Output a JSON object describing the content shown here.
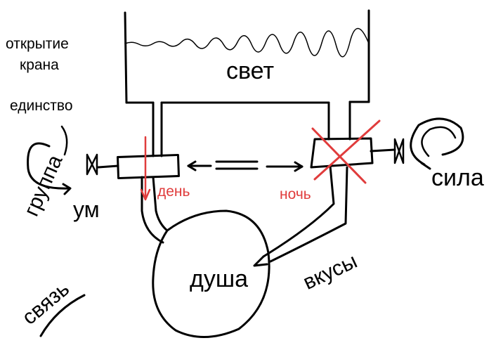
{
  "labels": {
    "tap_opening_1": "открытие",
    "tap_opening_2": "крана",
    "unity": "единство",
    "light": "свет",
    "group": "группа",
    "mind": "ум",
    "day": "день",
    "night": "ночь",
    "force": "сила",
    "soul": "душа",
    "tastes": "вкусы",
    "connection": "связь"
  },
  "colors": {
    "ink": "#000000",
    "red": "#e03c3c"
  }
}
